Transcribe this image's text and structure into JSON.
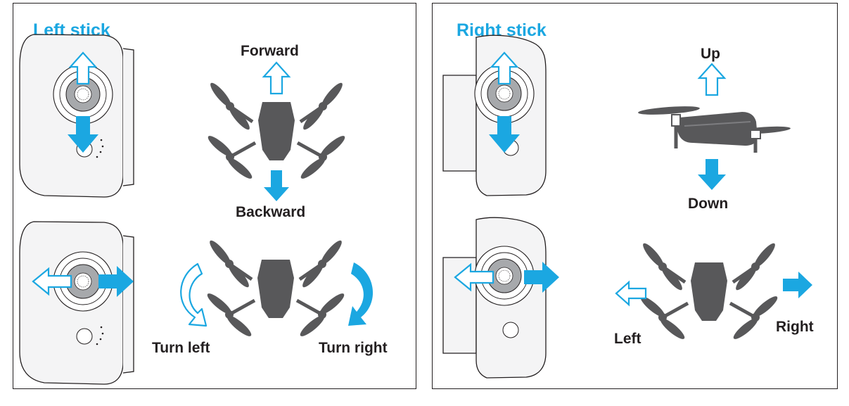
{
  "left_panel": {
    "title": "Left stick",
    "labels": {
      "forward": "Forward",
      "backward": "Backward",
      "turn_left": "Turn left",
      "turn_right": "Turn right"
    }
  },
  "right_panel": {
    "title": "Right stick",
    "labels": {
      "up": "Up",
      "down": "Down",
      "left": "Left",
      "right": "Right"
    }
  },
  "colors": {
    "accent": "#1ba7e1",
    "drone": "#58585a",
    "outline": "#231f20",
    "controller_fill": "#f4f4f5"
  }
}
